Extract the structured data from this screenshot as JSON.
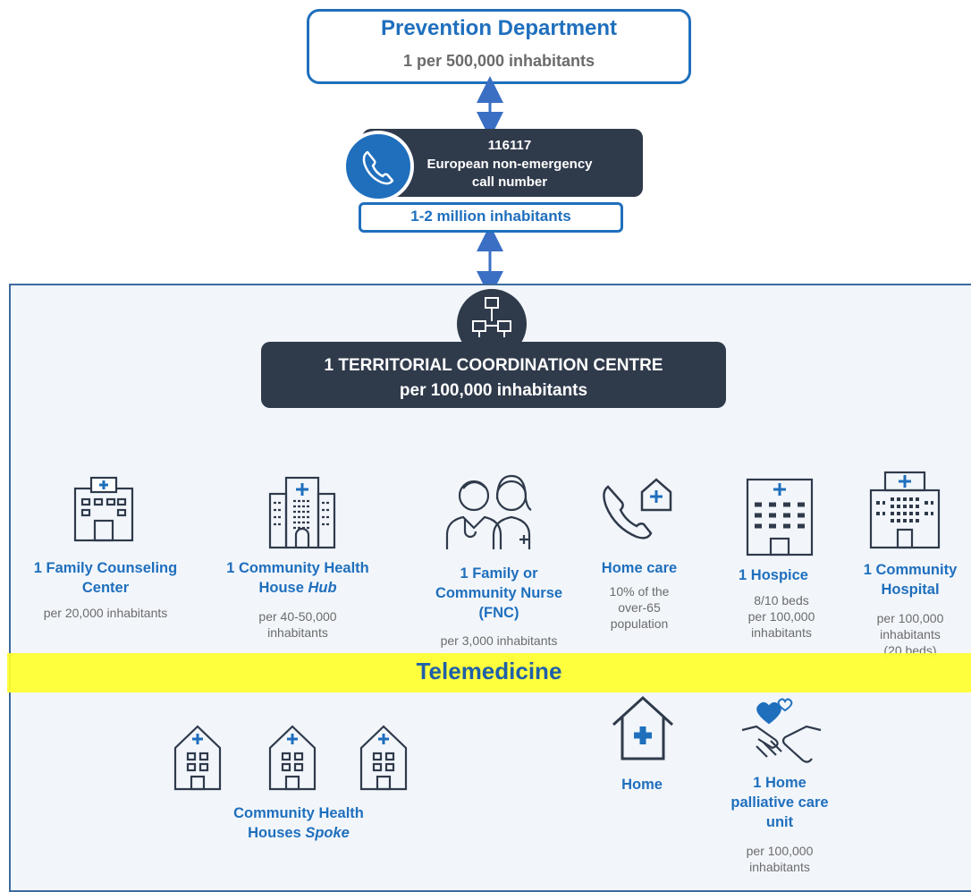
{
  "prevention": {
    "title": "Prevention Department",
    "subtitle": "1 per 500,000 inhabitants"
  },
  "call": {
    "number": "116117",
    "line1": "European non-emergency",
    "line2": "call number",
    "coverage": "1-2 million inhabitants"
  },
  "tcc": {
    "line1": "1 TERRITORIAL COORDINATION CENTRE",
    "line2": "per 100,000 inhabitants"
  },
  "services": {
    "family_counseling": {
      "title1": "1 Family Counseling",
      "title2": "Center",
      "sub1": "per 20,000 inhabitants"
    },
    "community_house_hub": {
      "title1": "1 Community Health",
      "title2_a": "House ",
      "title2_b": "Hub",
      "sub1": "per 40-50,000",
      "sub2": "inhabitants"
    },
    "family_nurse": {
      "title1": "1 Family or",
      "title2": "Community Nurse",
      "title3": "(FNC)",
      "sub1": "per 3,000 inhabitants"
    },
    "home_care": {
      "title1": "Home care",
      "sub1": "10% of the",
      "sub2": "over-65",
      "sub3": "population"
    },
    "hospice": {
      "title1": "1 Hospice",
      "sub1": "8/10 beds",
      "sub2": "per 100,000",
      "sub3": "inhabitants"
    },
    "community_hospital": {
      "title1": "1 Community",
      "title2": "Hospital",
      "sub1": "per 100,000",
      "sub2": "inhabitants",
      "sub3": "(20 beds)"
    }
  },
  "telemedicine": "Telemedicine",
  "spoke": {
    "line1": "Community Health",
    "line2_a": "Houses ",
    "line2_b": "Spoke"
  },
  "home": {
    "label": "Home"
  },
  "palliative": {
    "line1": "1 Home",
    "line2": "palliative care",
    "line3": "unit",
    "sub1": "per 100,000",
    "sub2": "inhabitants"
  },
  "colors": {
    "accent_blue": "#1f6fbd",
    "dark_navy": "#2f3a4b",
    "highlight_yellow": "#ffff2e",
    "panel_bg": "#f2f6fb"
  },
  "icons": [
    "phone-icon",
    "network-icon",
    "clinic-icon",
    "hospital-icon",
    "doctor-nurse-icon",
    "home-care-icon",
    "hospice-icon",
    "community-hospital-icon",
    "spoke-house-icon",
    "home-icon",
    "palliative-care-icon"
  ]
}
